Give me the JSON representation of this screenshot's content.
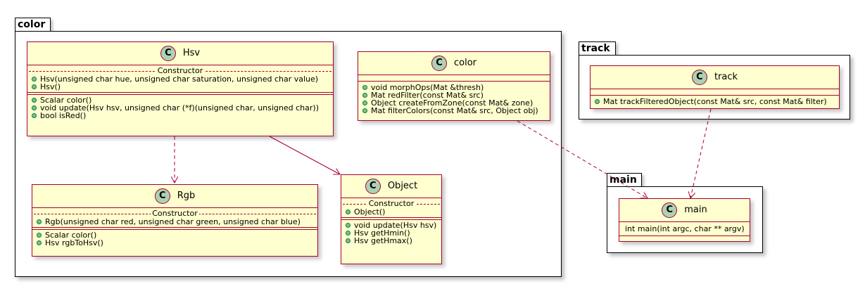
{
  "packages": {
    "color": "color",
    "track": "track",
    "main": "main"
  },
  "badge_letter": "C",
  "classes": {
    "hsv": {
      "name": "Hsv",
      "section_title": "Constructor",
      "constructors": [
        "Hsv(unsigned char hue, unsigned char saturation, unsigned char value)",
        "Hsv()"
      ],
      "methods": [
        "Scalar color()",
        "void update(Hsv hsv, unsigned char (*f)(unsigned char, unsigned char))",
        "bool isRed()"
      ]
    },
    "color": {
      "name": "color",
      "methods": [
        "void morphOps(Mat &thresh)",
        "Mat redFilter(const Mat& src)",
        "Object createFromZone(const Mat& zone)",
        "Mat filterColors(const Mat& src, Object obj)"
      ]
    },
    "rgb": {
      "name": "Rgb",
      "section_title": "Constructor",
      "constructors": [
        "Rgb(unsigned char red, unsigned char green, unsigned char blue)"
      ],
      "methods": [
        "Scalar color()",
        "Hsv rgbToHsv()"
      ]
    },
    "object": {
      "name": "Object",
      "section_title": "Constructor",
      "constructors": [
        "Object()"
      ],
      "methods": [
        "void update(Hsv hsv)",
        "Hsv getHmin()",
        "Hsv getHmax()"
      ]
    },
    "track": {
      "name": "track",
      "methods": [
        "Mat trackFilteredObject(const Mat& src, const Mat& filter)"
      ]
    },
    "main": {
      "name": "main",
      "fields": [
        "int main(int argc, char ** argv)"
      ]
    }
  },
  "colors": {
    "class_fill": "#FEFECE",
    "class_border": "#A80036",
    "badge_fill": "#ADD1B2",
    "method_dot": "#84BE84",
    "arrow": "#A80036"
  }
}
